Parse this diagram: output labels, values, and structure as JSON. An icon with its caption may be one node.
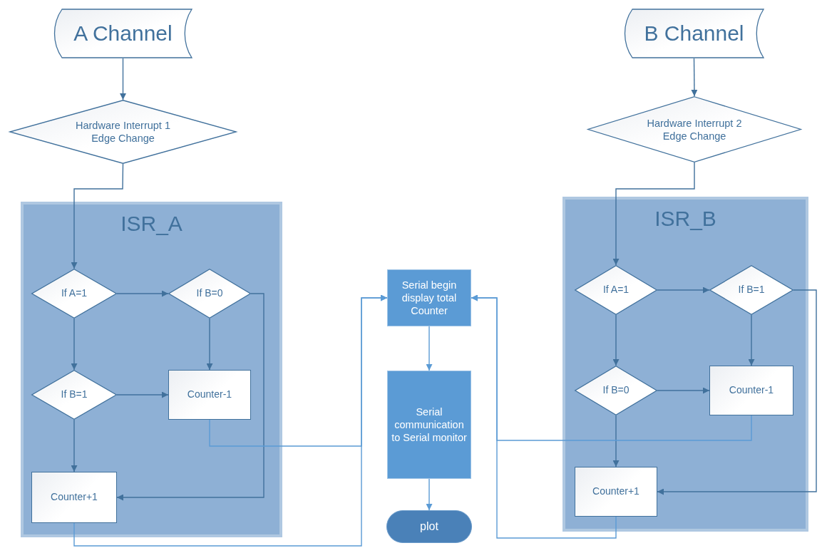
{
  "diagram": {
    "nodes": [
      {
        "text": [
          "A Channel"
        ]
      },
      {
        "text": [
          "Hardware Interrupt 1 Edge Change"
        ]
      },
      {
        "text": [
          "ISR_A"
        ]
      },
      {
        "text": [
          "If A=1"
        ],
        "in": 2
      },
      {
        "text": [
          "If B=0"
        ],
        "in": 2
      },
      {
        "text": [
          "If B=1"
        ],
        "in": 2
      },
      {
        "text": [
          "Counter-1"
        ],
        "in": 2
      },
      {
        "text": [
          "Counter+1"
        ],
        "in": 2
      },
      {
        "text": [
          "B Channel"
        ]
      },
      {
        "text": [
          "Hardware Interrupt 2 Edge Change"
        ]
      },
      {
        "text": [
          "ISR_B"
        ]
      },
      {
        "text": [
          "If A=1"
        ],
        "in": 10
      },
      {
        "text": [
          "If B=1"
        ],
        "in": 10
      },
      {
        "text": [
          "If B=0"
        ],
        "in": 10
      },
      {
        "text": [
          "Counter-1"
        ],
        "in": 10
      },
      {
        "text": [
          "Counter+1"
        ],
        "in": 10
      },
      {
        "text": [
          "Serial begin display total Counter"
        ]
      },
      {
        "text": [
          "Serial communication to Serial monitor"
        ]
      },
      {
        "text": [
          "plot"
        ]
      }
    ],
    "edges": [
      {
        "from": 0,
        "to": 1,
        "arrow": "to"
      },
      {
        "from": 1,
        "to": 3,
        "arrow": "to"
      },
      {
        "from": 3,
        "to": 4,
        "arrow": "to"
      },
      {
        "from": 3,
        "to": 5,
        "arrow": "to"
      },
      {
        "from": 4,
        "to": 6,
        "arrow": "to"
      },
      {
        "from": 5,
        "to": 6,
        "arrow": "to"
      },
      {
        "from": 5,
        "to": 7,
        "arrow": "to"
      },
      {
        "from": 4,
        "to": 7,
        "arrow": "to"
      },
      {
        "from": 6,
        "to": 16,
        "arrow": "to",
        "color": "#5b9bd5"
      },
      {
        "from": 7,
        "to": 16,
        "arrow": "to",
        "color": "#5b9bd5"
      },
      {
        "from": 8,
        "to": 9,
        "arrow": "to"
      },
      {
        "from": 9,
        "to": 11,
        "arrow": "to"
      },
      {
        "from": 11,
        "to": 12,
        "arrow": "to"
      },
      {
        "from": 11,
        "to": 13,
        "arrow": "to"
      },
      {
        "from": 12,
        "to": 14,
        "arrow": "to"
      },
      {
        "from": 13,
        "to": 14,
        "arrow": "to"
      },
      {
        "from": 13,
        "to": 15,
        "arrow": "to"
      },
      {
        "from": 12,
        "to": 15,
        "arrow": "to"
      },
      {
        "from": 14,
        "to": 16,
        "arrow": "to",
        "color": "#5b9bd5"
      },
      {
        "from": 15,
        "to": 16,
        "arrow": "to",
        "color": "#5b9bd5"
      },
      {
        "from": 16,
        "to": 17,
        "arrow": "to",
        "color": "#5b9bd5"
      },
      {
        "from": 17,
        "to": 18,
        "arrow": "to",
        "color": "#5b9bd5"
      }
    ]
  }
}
